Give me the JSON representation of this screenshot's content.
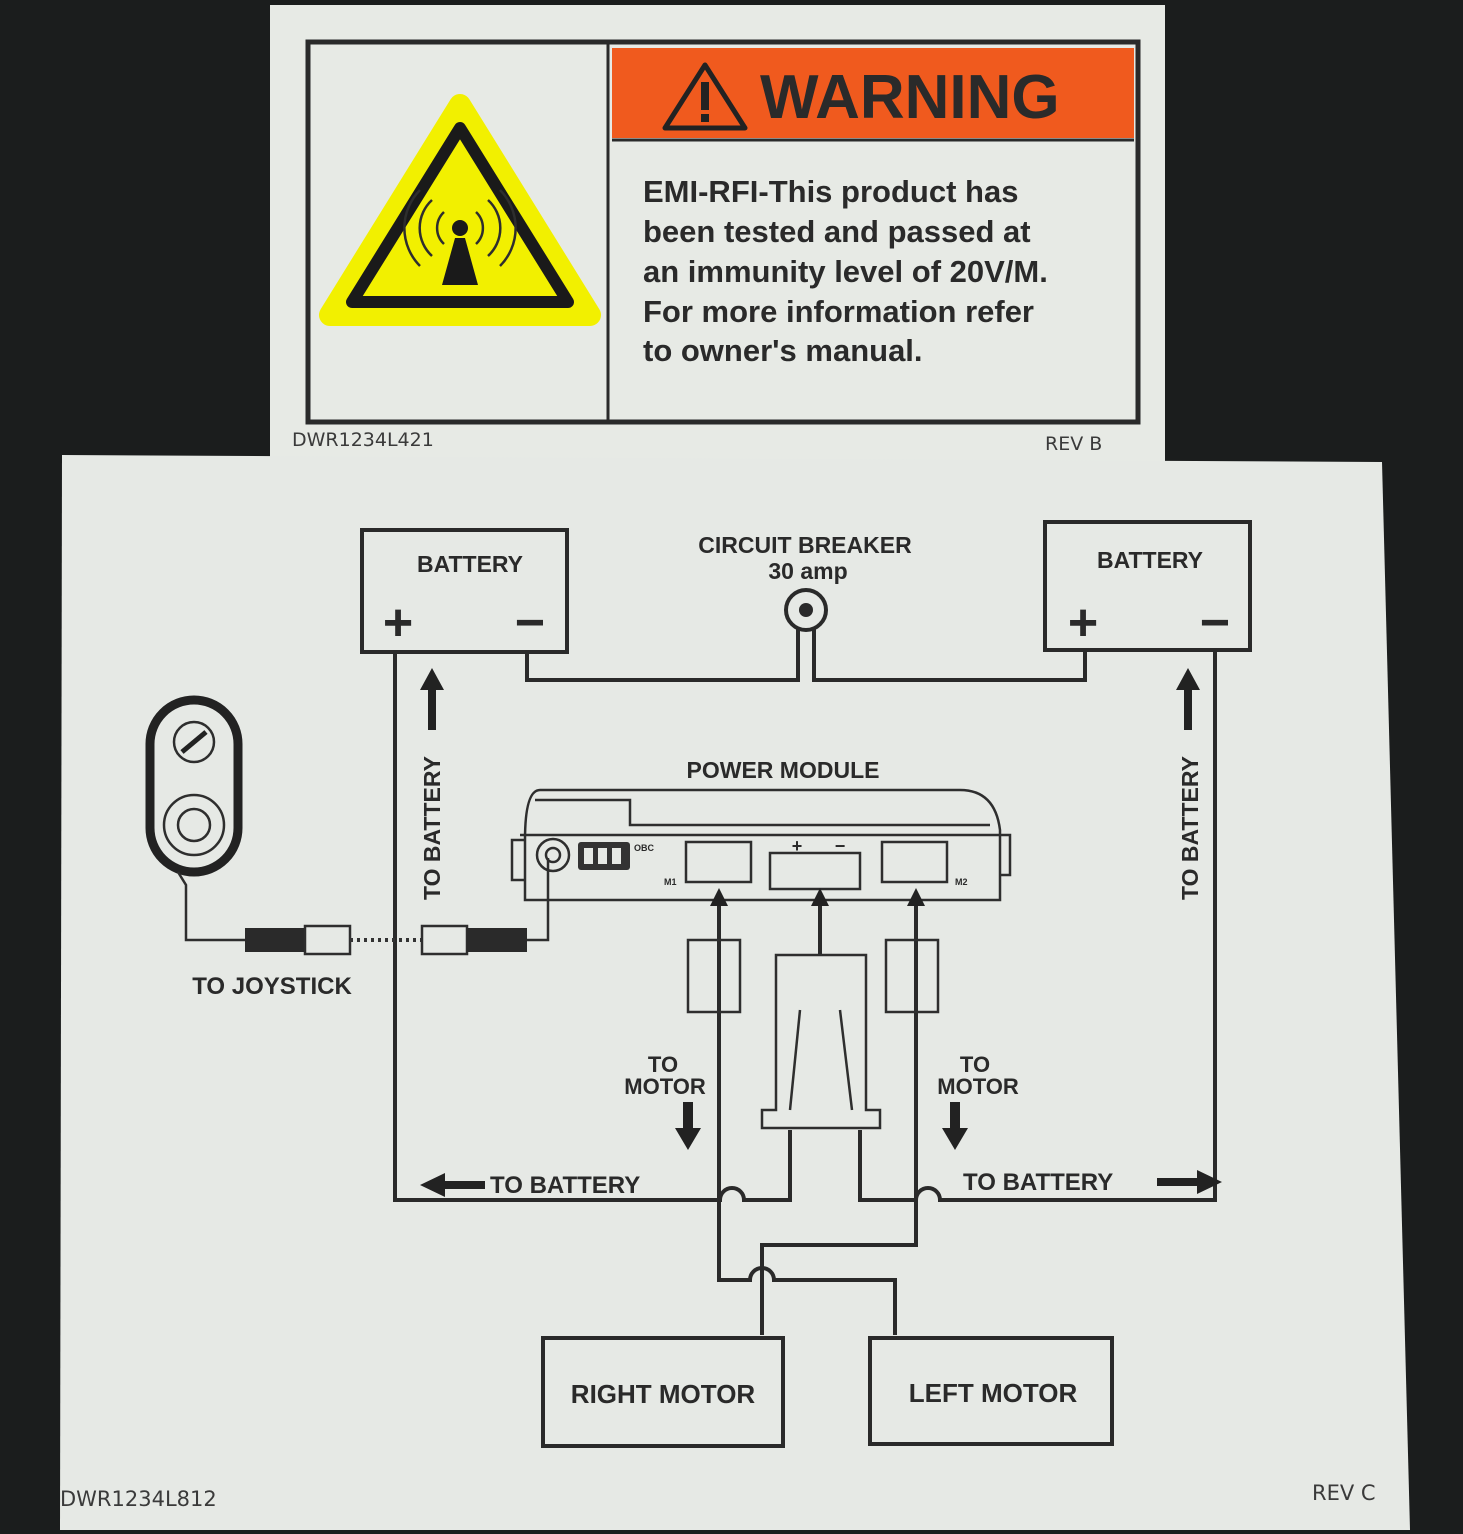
{
  "warning_label": {
    "header": "WARNING",
    "body_lines": [
      "EMI-RFI-This product has",
      "been tested and passed at",
      "an immunity level of 20V/M.",
      "For more information refer",
      "to owner's manual."
    ],
    "part_number": "DWR1234L421",
    "revision": "REV  B",
    "colors": {
      "header_bg": "#f05a1e",
      "symbol_yellow": "#f2f000"
    }
  },
  "wiring_label": {
    "battery_left": "BATTERY",
    "battery_right": "BATTERY",
    "plus": "+",
    "minus": "−",
    "circuit_breaker": "CIRCUIT BREAKER",
    "breaker_rating": "30 amp",
    "power_module": "POWER MODULE",
    "obc": "OBC",
    "m1": "M1",
    "m2": "M2",
    "to_battery_vertical": "TO BATTERY",
    "to_joystick": "TO JOYSTICK",
    "to_motor": [
      "TO",
      "MOTOR"
    ],
    "to_battery_horizontal": "TO  BATTERY",
    "right_motor": "RIGHT MOTOR",
    "left_motor": "LEFT MOTOR",
    "part_number": "DWR1234L812",
    "revision": "REV  C"
  }
}
